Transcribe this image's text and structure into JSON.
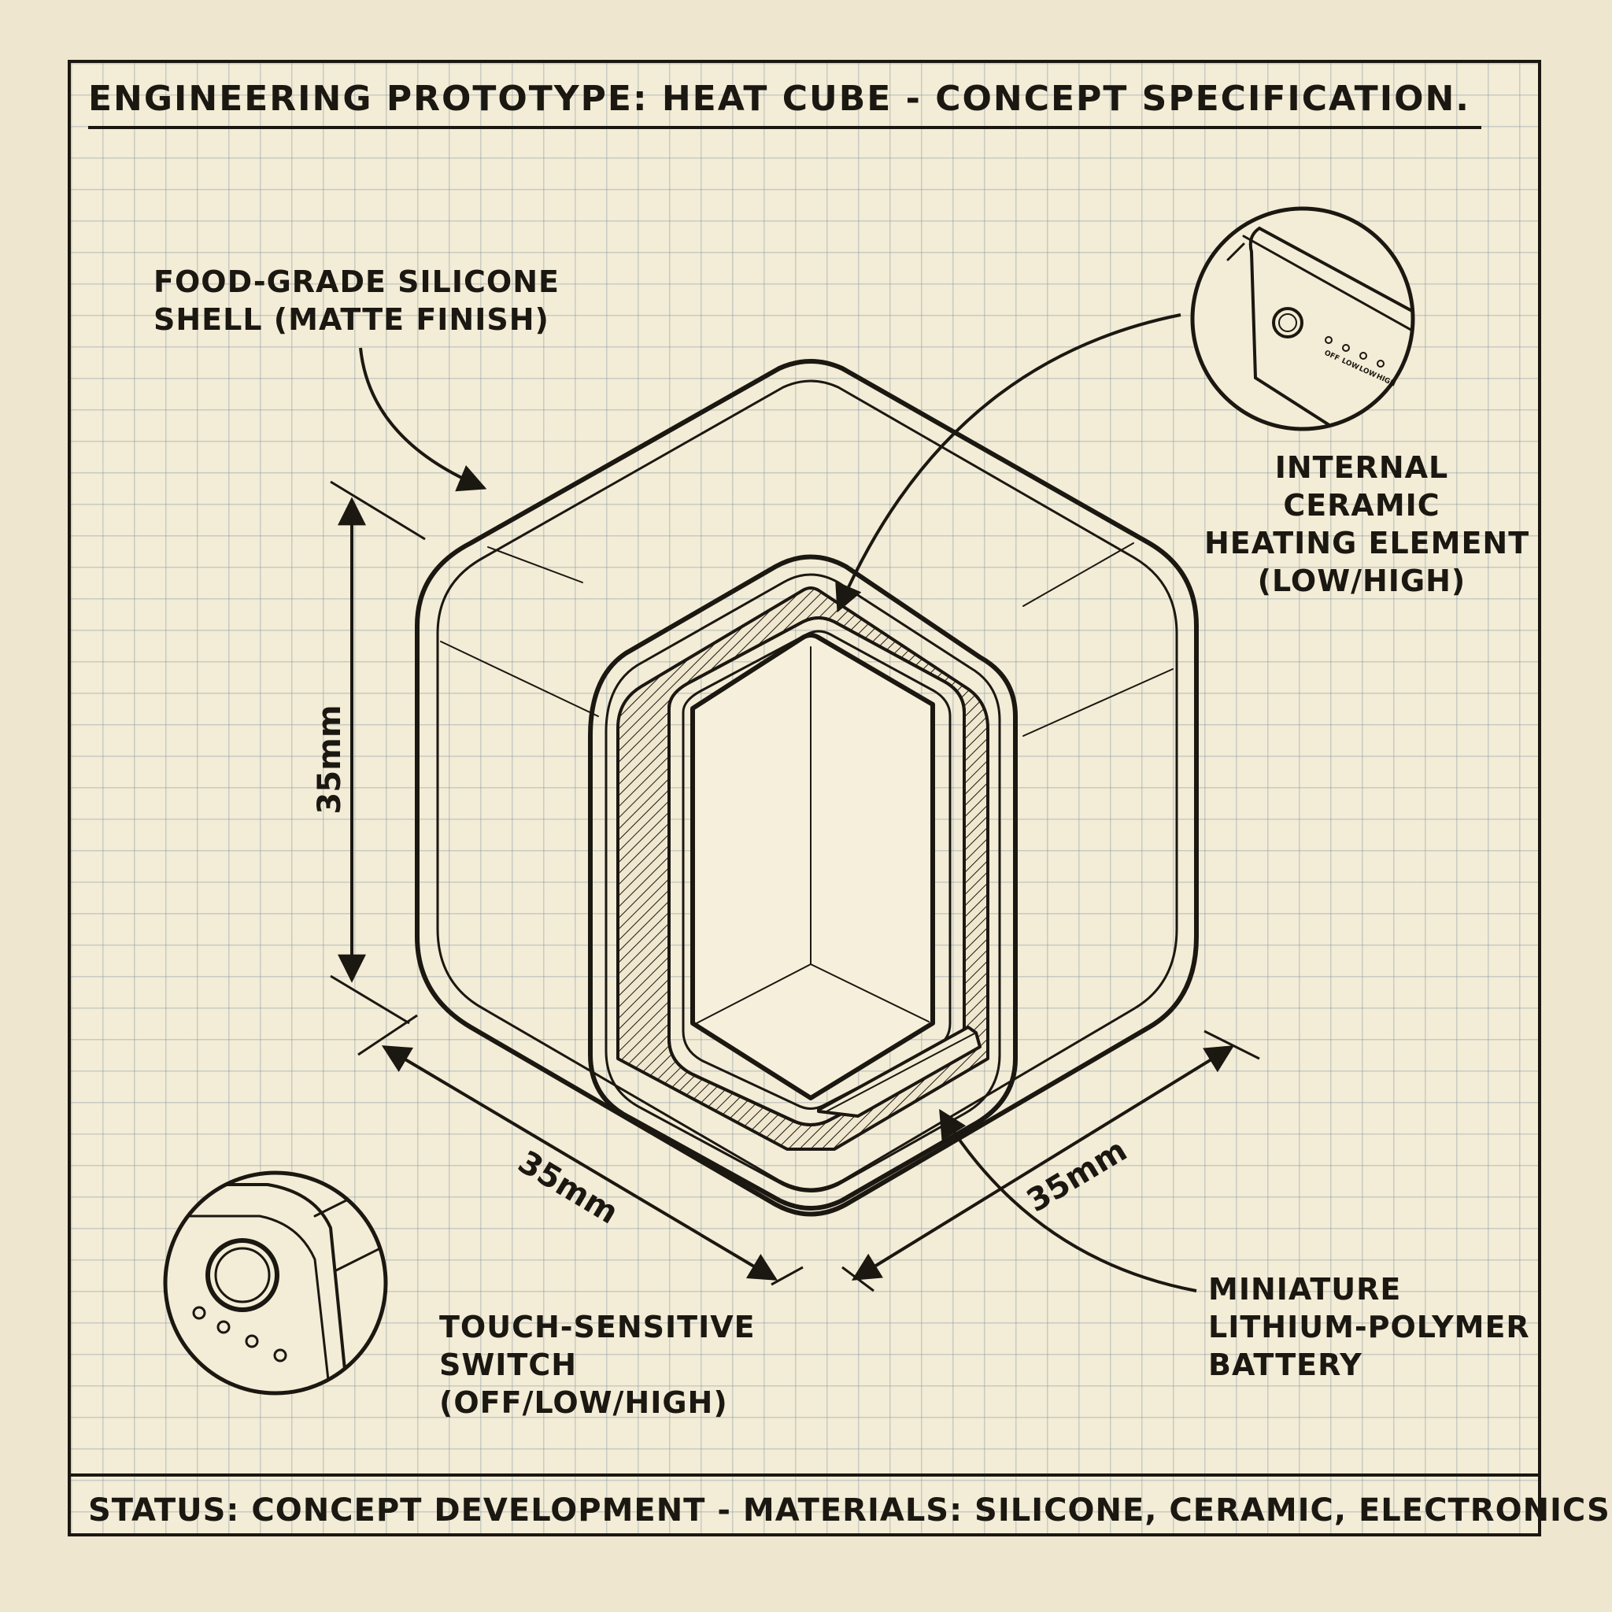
{
  "title": "ENGINEERING PROTOTYPE: HEAT CUBE - CONCEPT SPECIFICATION.",
  "labels": {
    "shell": [
      "FOOD-GRADE SILICONE",
      "SHELL (MATTE FINISH)"
    ],
    "heating_element": [
      "INTERNAL",
      "CERAMIC",
      "HEATING ELEMENT",
      "(LOW/HIGH)"
    ],
    "switch": [
      "TOUCH-SENSITIVE",
      "SWITCH",
      "(OFF/LOW/HIGH)"
    ],
    "battery": [
      "MINIATURE",
      "LITHIUM-POLYMER",
      "BATTERY"
    ]
  },
  "dimensions": {
    "height": "35mm",
    "width_left": "35mm",
    "width_right": "35mm"
  },
  "detail_indicators": [
    "OFF",
    "LOW",
    "LOW",
    "HIGH"
  ],
  "footer": "STATUS: CONCEPT DEVELOPMENT  -  MATERIALS: SILICONE, CERAMIC, ELECTRONICS",
  "colors": {
    "paper": "#f3ecd6",
    "ink": "#1b1711",
    "grid": "#8fa0b0"
  }
}
